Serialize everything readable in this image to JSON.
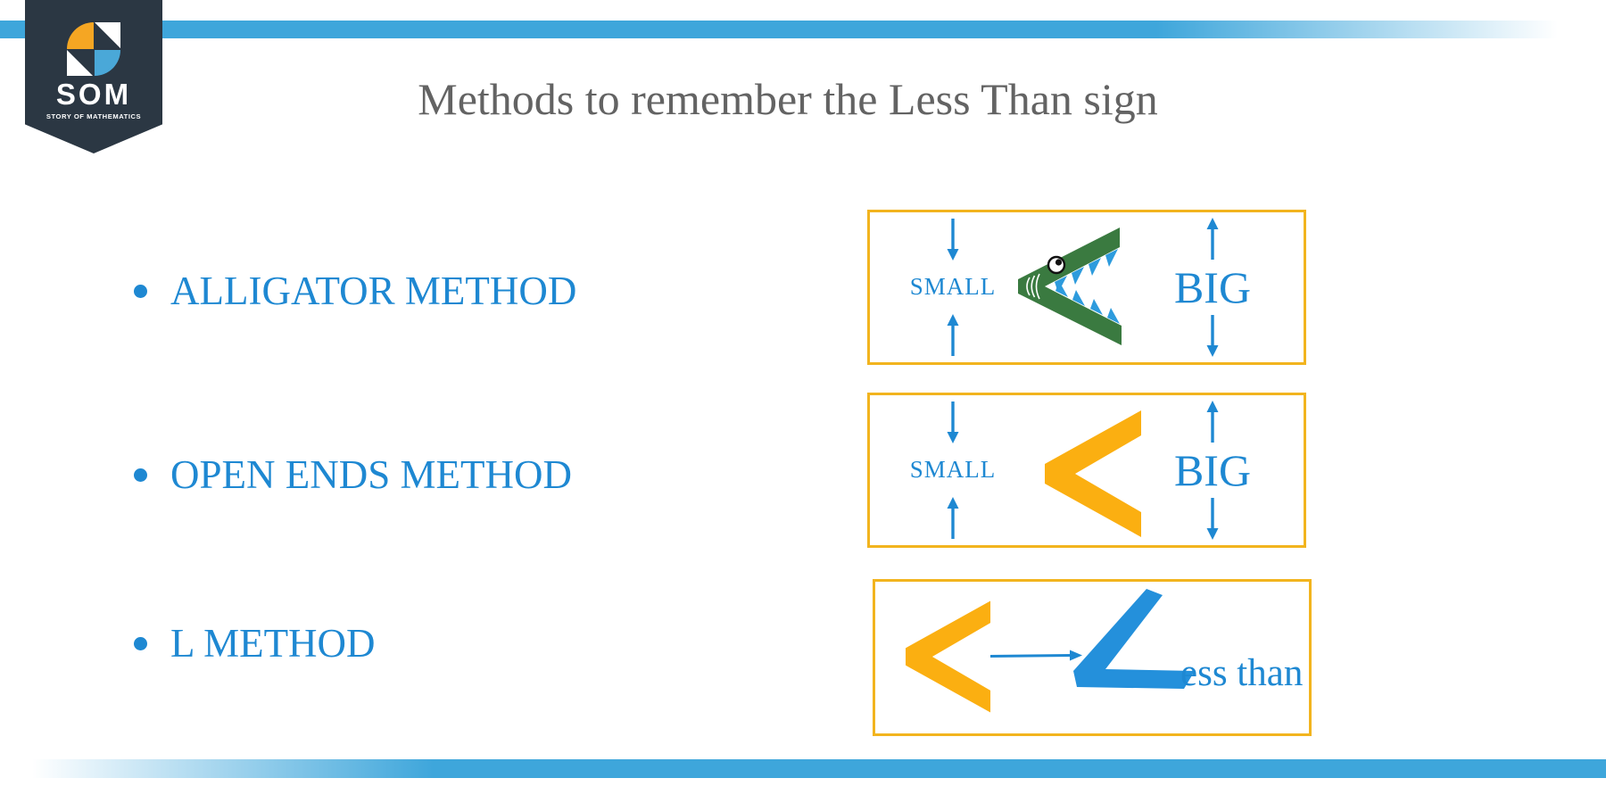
{
  "logo": {
    "acronym": "SOM",
    "tagline": "STORY OF MATHEMATICS"
  },
  "title": "Methods to remember the Less Than sign",
  "bullets": [
    {
      "label": "ALLIGATOR METHOD"
    },
    {
      "label": "OPEN ENDS METHOD"
    },
    {
      "label": "L METHOD"
    }
  ],
  "figures": {
    "alligator": {
      "small_label": "SMALL",
      "big_label": "BIG"
    },
    "open_ends": {
      "small_label": "SMALL",
      "big_label": "BIG"
    },
    "l_method": {
      "suffix_label": "ess than"
    }
  },
  "colors": {
    "accent_blue": "#1E88D2",
    "stripe_blue": "#3EA6DB",
    "box_border_gold": "#F2B41E",
    "symbol_yellow": "#FBAF11",
    "alligator_green": "#3A7A40",
    "teeth_blue": "#2D9BDD",
    "logo_navy": "#2B3743",
    "logo_orange": "#F5A623",
    "logo_blue": "#4AA8D8",
    "title_gray": "#636363"
  }
}
